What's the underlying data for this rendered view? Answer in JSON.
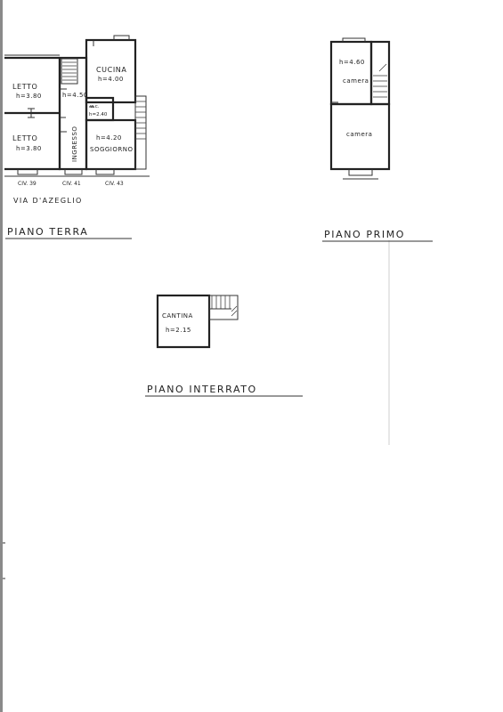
{
  "piano_terra": {
    "title": "PIANO TERRA",
    "street": "VIA D'AZEGLIO",
    "rooms": {
      "letto_top": "LETTO",
      "letto_top_h": "h=3.80",
      "letto_bottom": "LETTO",
      "letto_bottom_h": "h=3.80",
      "cucina": "CUCINA",
      "cucina_h": "h=4.00",
      "ingresso_h": "h=4.50",
      "ingresso": "INGRESSO",
      "wc": "w.c.",
      "wc_h": "h=2.40",
      "soggiorno_h": "h=4.20",
      "soggiorno": "SOGGIORNO"
    },
    "civici": [
      "CIV. 39",
      "CIV. 41",
      "CIV. 43"
    ]
  },
  "piano_primo": {
    "title": "PIANO PRIMO",
    "rooms": {
      "top_h": "h=4.60",
      "camera_top": "camera",
      "camera_bottom": "camera"
    }
  },
  "piano_interrato": {
    "title": "PIANO INTERRATO",
    "rooms": {
      "cantina": "CANTINA",
      "cantina_h": "h=2.15"
    }
  }
}
